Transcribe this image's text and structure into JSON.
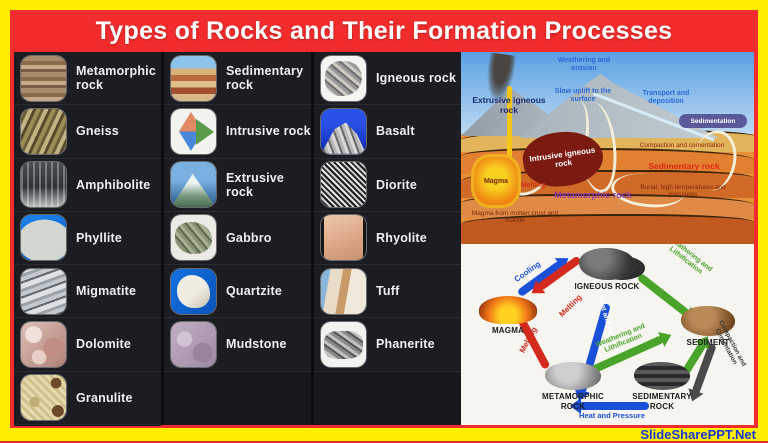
{
  "page": {
    "title": "Types of Rocks and Their Formation Processes",
    "watermark": "SlideSharePPT.Net",
    "colors": {
      "border_yellow": "#FFEE00",
      "banner_red": "#F22C2C",
      "panel_dark": "#17181D",
      "watermark_blue": "#1638D8"
    }
  },
  "rock_list": {
    "columns": [
      {
        "items": [
          {
            "label": "Metamorphic rock",
            "thumb": "metamorphic-rock"
          },
          {
            "label": "Gneiss",
            "thumb": "gneiss"
          },
          {
            "label": "Amphibolite",
            "thumb": "amphibolite"
          },
          {
            "label": "Phyllite",
            "thumb": "phyllite"
          },
          {
            "label": "Migmatite",
            "thumb": "migmatite"
          },
          {
            "label": "Dolomite",
            "thumb": "dolomite"
          },
          {
            "label": "Granulite",
            "thumb": "granulite"
          }
        ]
      },
      {
        "items": [
          {
            "label": "Sedimentary rock",
            "thumb": "sedimentary-rock"
          },
          {
            "label": "Intrusive rock",
            "thumb": "intrusive-rock"
          },
          {
            "label": "Extrusive rock",
            "thumb": "extrusive-rock"
          },
          {
            "label": "Gabbro",
            "thumb": "gabbro"
          },
          {
            "label": "Quartzite",
            "thumb": "quartzite"
          },
          {
            "label": "Mudstone",
            "thumb": "mudstone"
          }
        ]
      },
      {
        "items": [
          {
            "label": "Igneous rock",
            "thumb": "igneous-rock"
          },
          {
            "label": "Basalt",
            "thumb": "basalt"
          },
          {
            "label": "Diorite",
            "thumb": "diorite"
          },
          {
            "label": "Rhyolite",
            "thumb": "rhyolite"
          },
          {
            "label": "Tuff",
            "thumb": "tuff"
          },
          {
            "label": "Phanerite",
            "thumb": "phanerite"
          }
        ]
      }
    ]
  },
  "formation_diagram": {
    "labels": {
      "weathering": "Weathering and erosion",
      "uplift": "Slow uplift to the surface",
      "transport": "Transport and deposition",
      "extrusive": "Extrusive igneous rock",
      "sedimentation": "Sedimentation",
      "compaction": "Compaction and cementation",
      "sedimentary": "Sedimentary rock",
      "intrusive": "Intrusive igneous rock",
      "magma": "Magma",
      "melting": "Melting",
      "metamorphic": "Metamorphic rock",
      "magma_source": "Magma from molten crust and mantle",
      "burial": "Burial, high temperatures and pressures"
    }
  },
  "cycle_diagram": {
    "nodes": {
      "igneous": "IGNEOUS ROCK",
      "magma": "MAGMA",
      "sediment": "SEDIMENT",
      "metamorphic": "METAMORPHIC ROCK",
      "sedimentary": "SEDIMENTARY ROCK"
    },
    "arrows": {
      "cooling": "Cooling",
      "melting_igneous": "Melting",
      "weathering_top": "Weathering and Lithification",
      "heat_pressure_mid": "Heat and Pressure",
      "melting_metamorphic": "Melting",
      "weathering_mid": "Weathering and Lithification",
      "compaction": "Compaction and Cementation",
      "heat_pressure_bottom": "Heat and Pressure"
    }
  }
}
